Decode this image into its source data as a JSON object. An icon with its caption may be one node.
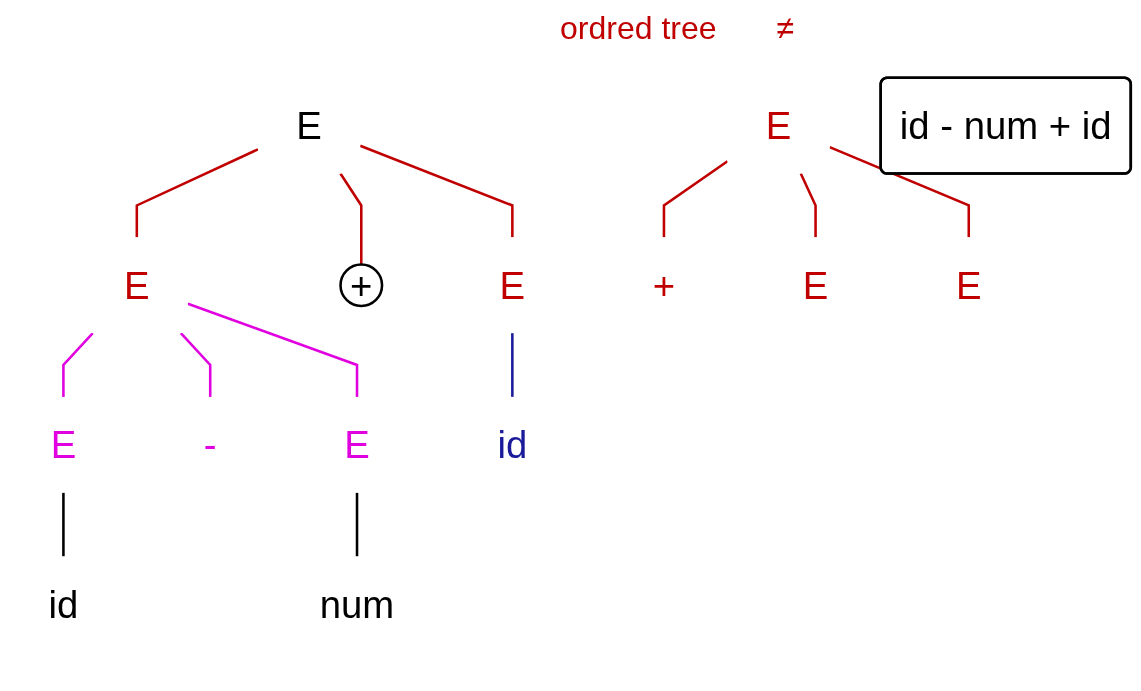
{
  "diagram": {
    "nodes": [
      {
        "text": [
          "E"
        ]
      },
      {
        "text": [
          "E"
        ]
      },
      {
        "text": [
          "+"
        ]
      },
      {
        "text": [
          "E"
        ]
      },
      {
        "text": [
          "E"
        ]
      },
      {
        "text": [
          "-"
        ]
      },
      {
        "text": [
          "E"
        ]
      },
      {
        "text": [
          "id"
        ]
      },
      {
        "text": [
          "num"
        ]
      },
      {
        "text": [
          "id"
        ]
      },
      {
        "text": [
          "E"
        ]
      },
      {
        "text": [
          "+"
        ]
      },
      {
        "text": [
          "E"
        ]
      },
      {
        "text": [
          "E"
        ]
      },
      {
        "text": [
          "id - num + id"
        ]
      }
    ],
    "edges": [
      {
        "from": 0,
        "to": 1,
        "arrow": "none"
      },
      {
        "from": 0,
        "to": 2,
        "arrow": "none"
      },
      {
        "from": 0,
        "to": 3,
        "arrow": "none"
      },
      {
        "from": 1,
        "to": 4,
        "arrow": "none",
        "color": "#e000e0"
      },
      {
        "from": 1,
        "to": 5,
        "arrow": "none",
        "color": "#e000e0"
      },
      {
        "from": 1,
        "to": 6,
        "arrow": "none",
        "color": "#e000e0"
      },
      {
        "from": 4,
        "to": 7,
        "arrow": "none",
        "color": "#000000"
      },
      {
        "from": 6,
        "to": 8,
        "arrow": "none",
        "color": "#000000"
      },
      {
        "from": 3,
        "to": 9,
        "arrow": "none",
        "color": "#1a1a9a"
      },
      {
        "from": 10,
        "to": 11,
        "arrow": "none"
      },
      {
        "from": 10,
        "to": 12,
        "arrow": "none"
      },
      {
        "from": 10,
        "to": 13,
        "arrow": "none"
      }
    ],
    "labels": [
      "ordred tree",
      "≠"
    ]
  }
}
